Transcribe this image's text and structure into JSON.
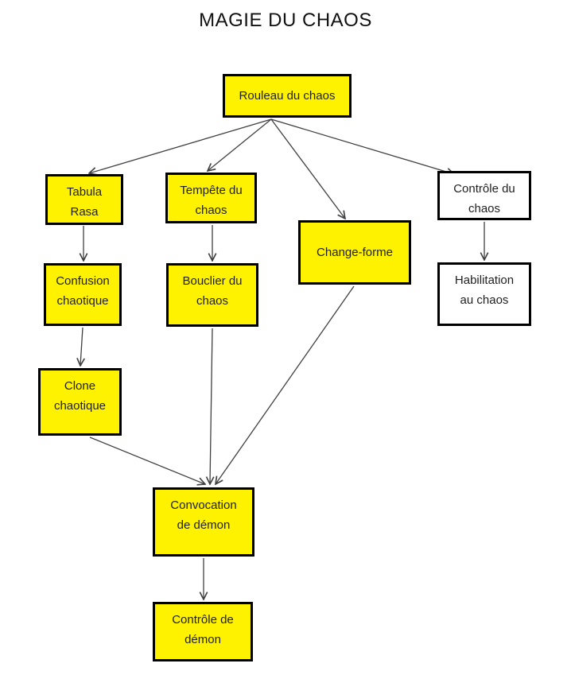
{
  "title": "MAGIE DU CHAOS",
  "colors": {
    "node_yellow": "#FFF200",
    "node_white": "#FFFFFF",
    "border": "#000000",
    "connector": "#404040",
    "text": "#1f1f1f",
    "background": "#FFFFFF"
  },
  "nodes": {
    "rouleau": {
      "line1": "Rouleau du chaos",
      "fill": "yellow"
    },
    "tabula": {
      "line1": "Tabula",
      "line2": "Rasa",
      "fill": "yellow"
    },
    "tempete": {
      "line1": "Tempête du",
      "line2": "chaos",
      "fill": "yellow"
    },
    "change_forme": {
      "line1": "Change-forme",
      "fill": "yellow"
    },
    "controle_chaos": {
      "line1": "Contrôle du",
      "line2": "chaos",
      "fill": "white"
    },
    "confusion": {
      "line1": "Confusion",
      "line2": "chaotique",
      "fill": "yellow"
    },
    "bouclier": {
      "line1": "Bouclier du",
      "line2": "chaos",
      "fill": "yellow"
    },
    "habilitation": {
      "line1": "Habilitation",
      "line2": "au chaos",
      "fill": "white"
    },
    "clone": {
      "line1": "Clone",
      "line2": "chaotique",
      "fill": "yellow"
    },
    "convocation": {
      "line1": "Convocation",
      "line2": "de démon",
      "fill": "yellow"
    },
    "controle_demon": {
      "line1": "Contrôle de",
      "line2": "démon",
      "fill": "yellow"
    }
  },
  "edges": [
    {
      "from": "rouleau",
      "to": "tabula"
    },
    {
      "from": "rouleau",
      "to": "tempete"
    },
    {
      "from": "rouleau",
      "to": "change_forme"
    },
    {
      "from": "rouleau",
      "to": "controle_chaos"
    },
    {
      "from": "tabula",
      "to": "confusion"
    },
    {
      "from": "tempete",
      "to": "bouclier"
    },
    {
      "from": "controle_chaos",
      "to": "habilitation"
    },
    {
      "from": "confusion",
      "to": "clone"
    },
    {
      "from": "clone",
      "to": "convocation"
    },
    {
      "from": "bouclier",
      "to": "convocation"
    },
    {
      "from": "change_forme",
      "to": "convocation"
    },
    {
      "from": "convocation",
      "to": "controle_demon"
    }
  ]
}
